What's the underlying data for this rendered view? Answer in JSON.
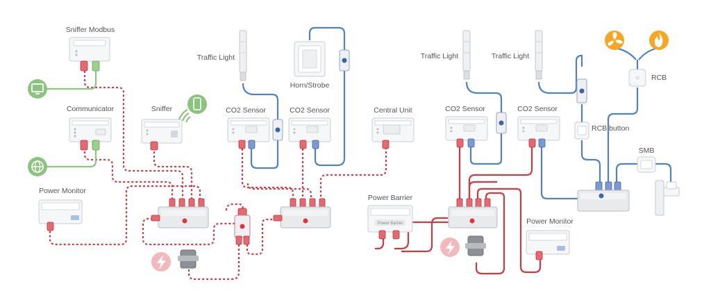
{
  "labels": {
    "sniffer_modbus": "Sniffer Modbus",
    "communicator": "Communicator",
    "power_monitor_left": "Power Monitor",
    "sniffer": "Sniffer",
    "traffic_light_1": "Traffic Light",
    "co2_sensor_1": "CO2 Sensor",
    "horn_strobe": "Horn/Strobe",
    "co2_sensor_2": "CO2 Sensor",
    "central_unit": "Central Unit",
    "power_barrier": "Power Barrier",
    "traffic_light_2": "Traffic Light",
    "traffic_light_3": "Traffic Light",
    "co2_sensor_3": "CO2 Sensor",
    "co2_sensor_4": "CO2 Sensor",
    "rcb": "RCB",
    "rcb_button": "RCB button",
    "smb": "SMB",
    "power_monitor_right": "Power Monitor"
  },
  "device_texts": {
    "power_barrier_face": "Power Barrier"
  },
  "icons": {
    "monitor": "monitor-icon",
    "globe": "globe-icon",
    "phone_wireless": "smartphone-wireless-icon",
    "lightning_left": "lightning-icon",
    "lightning_right": "lightning-icon",
    "fan": "fan-icon",
    "fire": "fire-icon"
  },
  "colors": {
    "bus_red": "#cc3a44",
    "sensor_blue": "#4f82c4",
    "network_green": "#8cc47f",
    "accent_orange": "#f6a623",
    "lightning_pink": "#f2b9bd"
  }
}
